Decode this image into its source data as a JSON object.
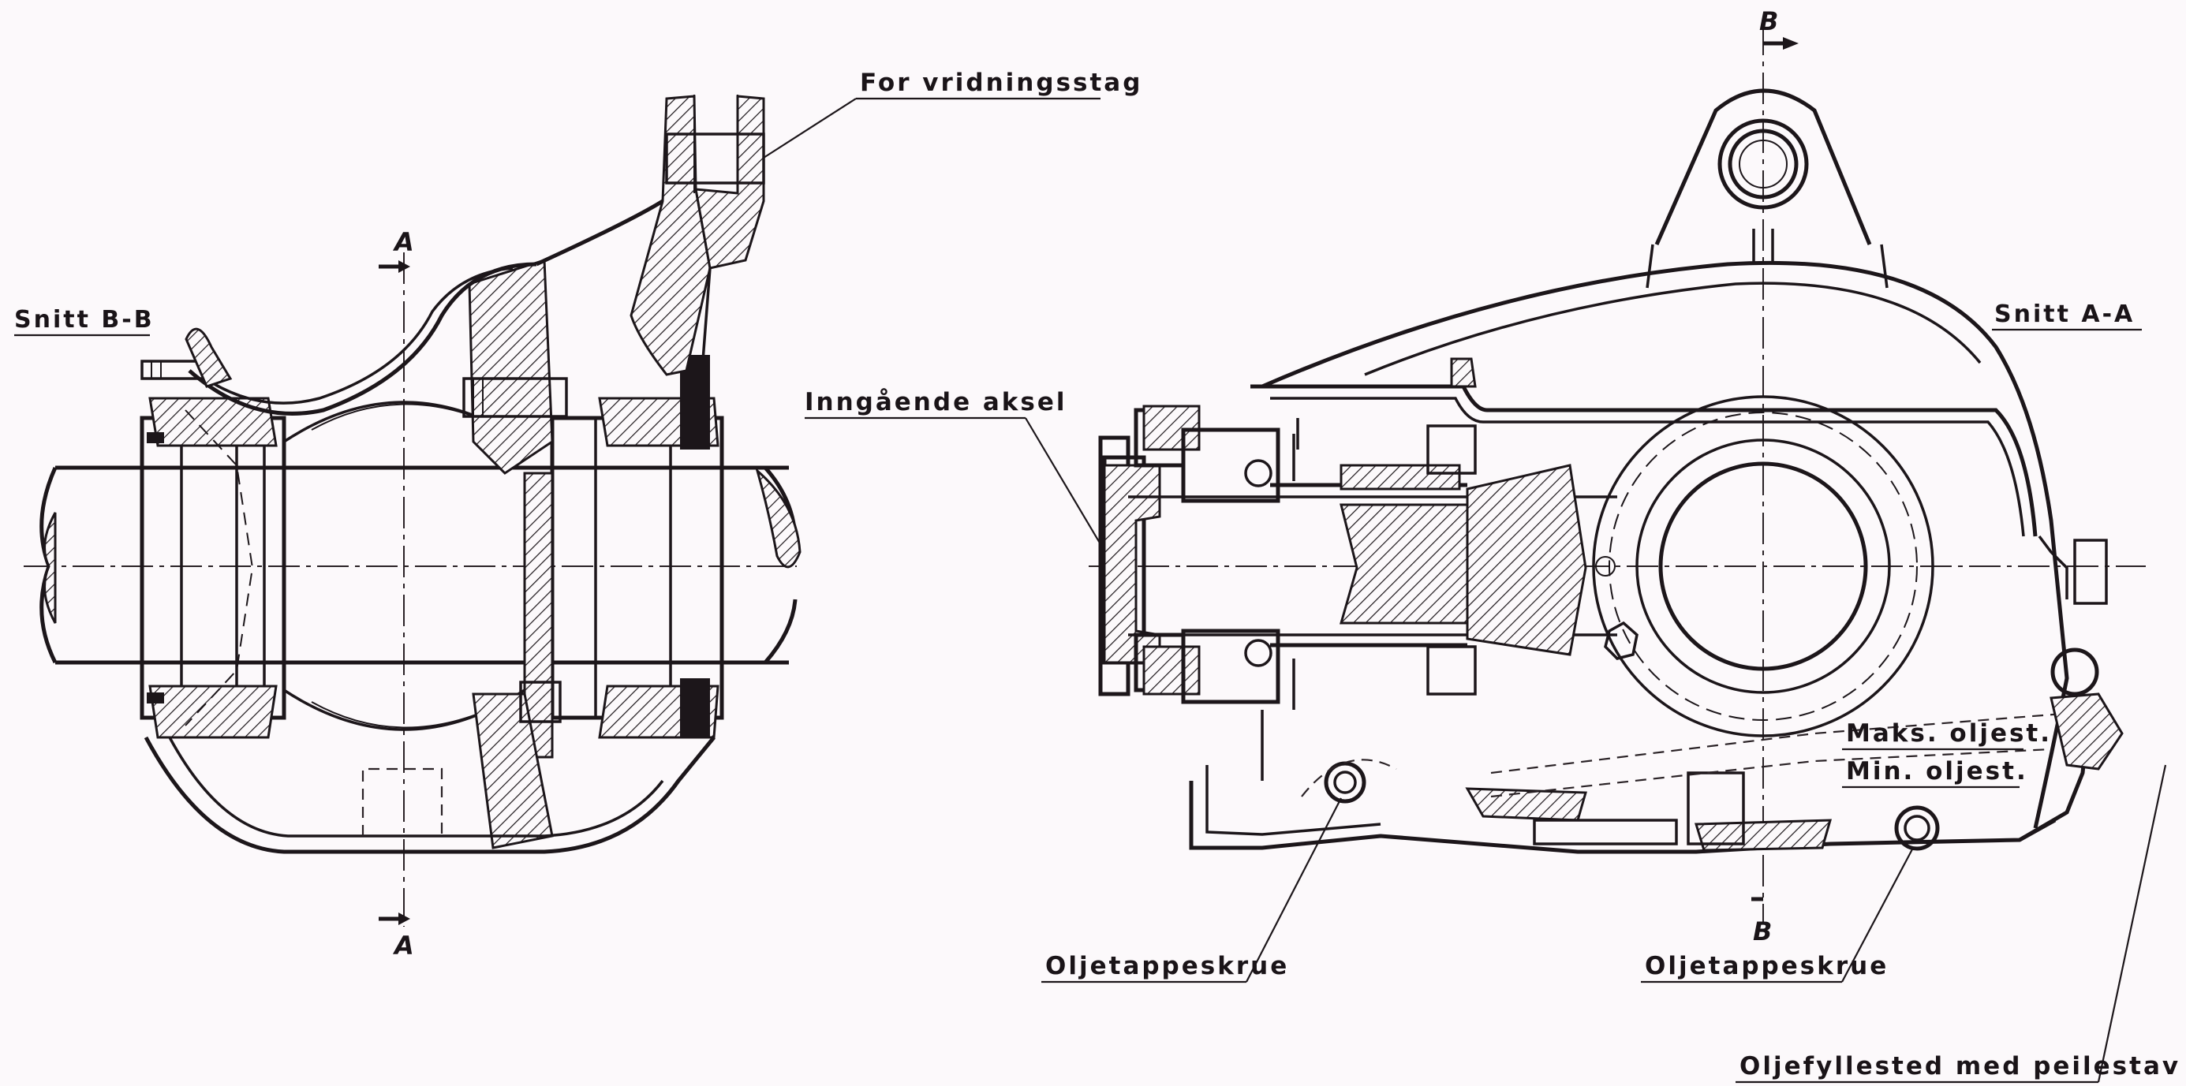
{
  "drawing": {
    "left_view": {
      "section_title": "Snitt B-B",
      "callout_top": "For vridningsstag",
      "section_mark_letter_top": "A",
      "section_mark_letter_bottom": "A"
    },
    "right_view": {
      "section_title": "Snitt A-A",
      "callout_input_shaft": "Inngående aksel",
      "label_max_oil": "Maks. oljest.",
      "label_min_oil": "Min. oljest.",
      "callout_drain_plug_left": "Oljetappeskrue",
      "callout_drain_plug_right": "Oljetappeskrue",
      "callout_filler": "Oljefyllested med peilestav",
      "section_mark_letter_top": "B",
      "section_mark_letter_bottom": "B"
    }
  },
  "colors": {
    "paper": "#fcf9fb",
    "ink": "#1c161a"
  }
}
